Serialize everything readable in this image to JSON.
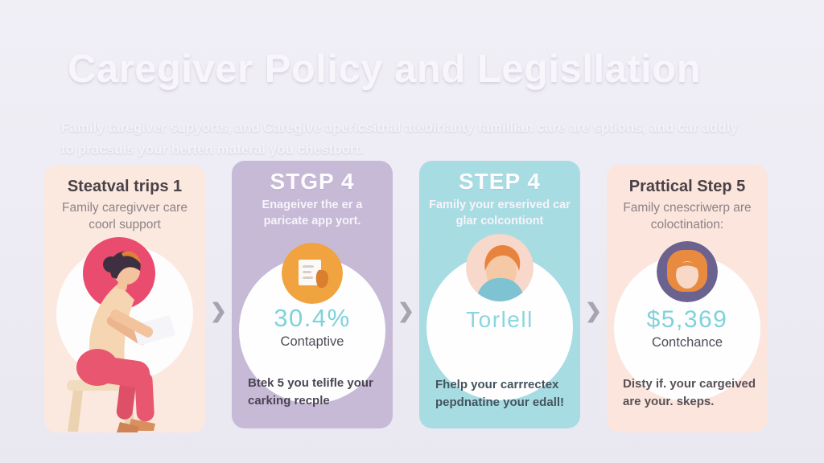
{
  "colors": {
    "bg_top": "#F1EFF6",
    "bg_bottom": "#E9E7F0",
    "title_text": "#F8F6FB",
    "subtitle_text": "#F4F2F9",
    "card1_bg": "#FBE9DF",
    "card2_bg": "#C7BAD7",
    "card3_bg": "#A7DCE3",
    "card4_bg": "#FBE5DC",
    "teal": "#7FD2DA",
    "arrow": "#A8A3B1",
    "dark_title": "#4A4148",
    "muted": "#8D8287"
  },
  "header": {
    "title": "Caregiver Policy and Legisllation",
    "subtitle_line1": "Family taregiver supyorts, and Caregive apericsitnal atebirianty famillian care are sptions, and car addly",
    "subtitle_line2": "to pracsuls your herten materal you chestbort."
  },
  "arrow_glyph": "❯",
  "steps": [
    {
      "title": "Steatval trips 1",
      "subtitle": "Family caregivver care coorl support",
      "illustration": "woman reading on stool"
    },
    {
      "title": "STGP 4",
      "subtitle": "Enageiver the er a paricate app yort.",
      "icon": "document-badge",
      "stat_value": "30.4%",
      "stat_label": "Contaptive",
      "footer": "Btek 5 you telifle your carking recple"
    },
    {
      "title": "STEP 4",
      "subtitle": "Family your erserived car glar colcontiont",
      "icon": "man-avatar",
      "stat_value": "Torlell",
      "footer": "Fhelp your carrrectex pepdnatine your edall!"
    },
    {
      "title": "Prattical Step 5",
      "subtitle": "Family cnescriwerp are coloctination:",
      "icon": "woman-avatar",
      "stat_value": "$5,369",
      "stat_label": "Contchance",
      "footer": "Disty if. your cargeived are your. skeps."
    }
  ]
}
